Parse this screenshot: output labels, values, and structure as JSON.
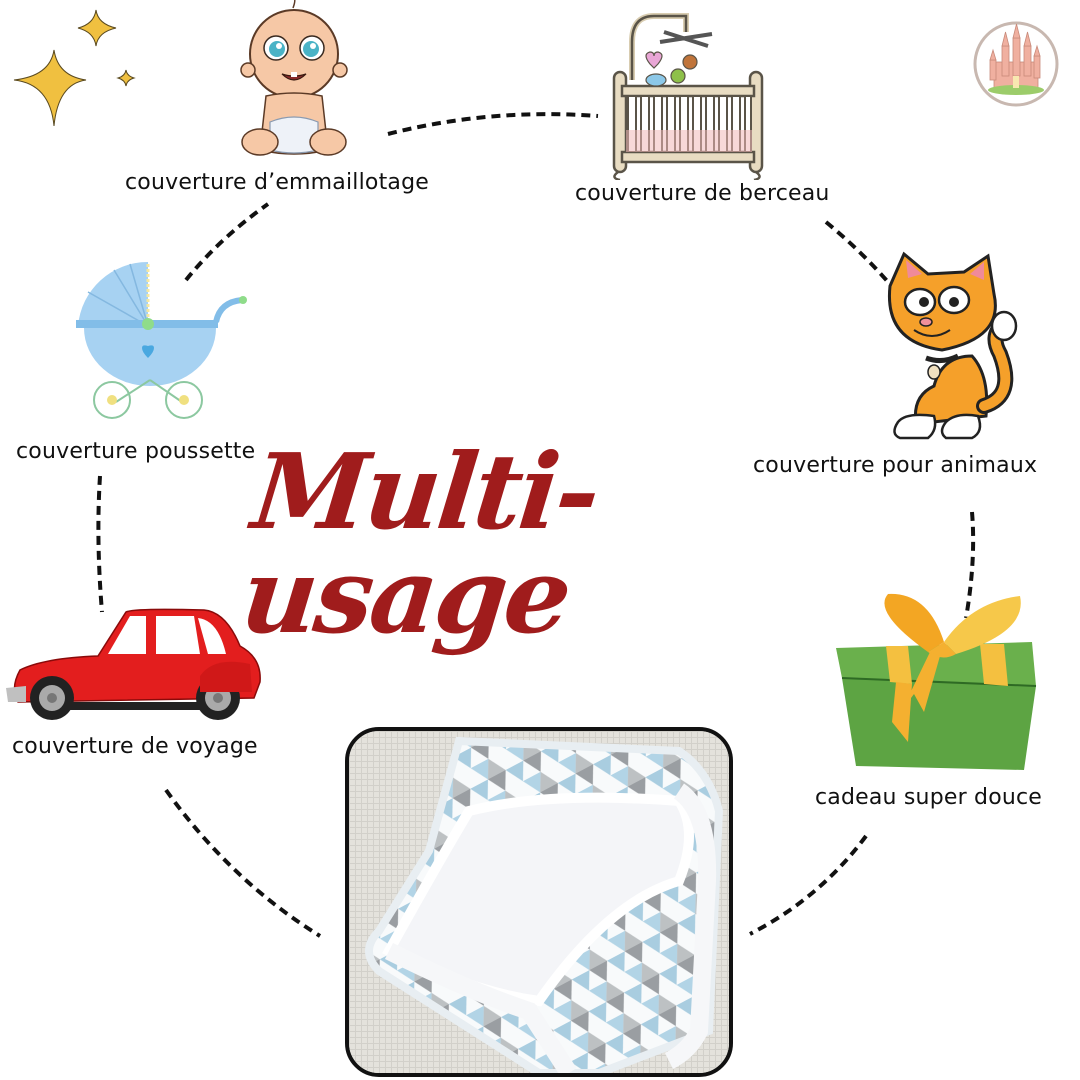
{
  "title": "Multi-usage",
  "colors": {
    "title": "#a01c1c",
    "text": "#111111",
    "star": "#f0c040",
    "dash": "#111111"
  },
  "items": [
    {
      "id": "emmaillotage",
      "label": "couverture d’emmaillotage",
      "icon": "baby-icon"
    },
    {
      "id": "berceau",
      "label": "couverture de berceau",
      "icon": "crib-icon"
    },
    {
      "id": "animaux",
      "label": "couverture pour animaux",
      "icon": "cat-icon"
    },
    {
      "id": "cadeau",
      "label": "cadeau super douce",
      "icon": "gift-icon"
    },
    {
      "id": "voyage",
      "label": "couverture de voyage",
      "icon": "car-icon"
    },
    {
      "id": "poussette",
      "label": "couverture poussette",
      "icon": "stroller-icon"
    }
  ],
  "center_image": {
    "icon": "blanket-photo"
  },
  "logo": {
    "icon": "castle-logo-icon"
  },
  "decor": {
    "icon": "sparkle-stars-icon"
  }
}
